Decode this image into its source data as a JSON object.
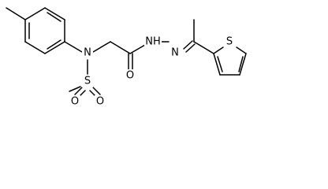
{
  "molecule": {
    "atom_labels": {
      "n_sulfonamide": "N",
      "s_sulfonyl": "S",
      "o_sulfonyl_left": "O",
      "o_sulfonyl_right": "O",
      "o_carbonyl": "O",
      "nh_hydrazide": "NH",
      "n_hydrazone": "N",
      "s_thiophene": "S"
    }
  }
}
